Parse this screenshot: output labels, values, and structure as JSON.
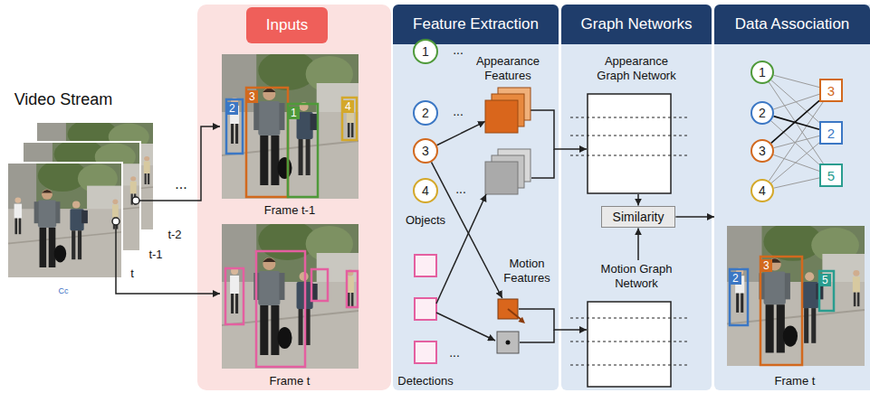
{
  "diagram": {
    "nodes": [
      {
        "text": [
          "Inputs"
        ]
      },
      {
        "text": [
          "Feature Extraction"
        ]
      },
      {
        "text": [
          "1"
        ],
        "in": 1
      },
      {
        "text": [
          "2"
        ],
        "in": 1
      },
      {
        "text": [
          "3"
        ],
        "in": 1
      },
      {
        "text": [
          "4"
        ],
        "in": 1
      },
      {
        "text": [
          "Appearance Features"
        ],
        "in": 1
      },
      {
        "text": [
          "Motion Features"
        ],
        "in": 1
      },
      {
        "text": [
          "Graph Networks"
        ]
      },
      {
        "text": [
          "Appearance Graph Network"
        ],
        "in": 8
      },
      {
        "text": [
          "Similarity"
        ],
        "in": 8
      },
      {
        "text": [
          "Motion Graph Network"
        ],
        "in": 8
      },
      {
        "text": [
          "Data Association"
        ]
      },
      {
        "text": [
          "1"
        ],
        "in": 12
      },
      {
        "text": [
          "2"
        ],
        "in": 12
      },
      {
        "text": [
          "3"
        ],
        "in": 12
      },
      {
        "text": [
          "4"
        ],
        "in": 12
      },
      {
        "text": [
          "3"
        ],
        "in": 12
      },
      {
        "text": [
          "2"
        ],
        "in": 12
      },
      {
        "text": [
          "5"
        ],
        "in": 12
      }
    ],
    "edges": [
      {
        "from": 4,
        "to": 6,
        "arrow": "to"
      },
      {
        "from": 4,
        "to": 7,
        "arrow": "to"
      },
      {
        "from": 6,
        "to": 9,
        "arrow": "to"
      },
      {
        "from": 7,
        "to": 11,
        "arrow": "to"
      },
      {
        "from": 9,
        "to": 10,
        "arrow": "to"
      },
      {
        "from": 11,
        "to": 10,
        "arrow": "to"
      },
      {
        "from": 10,
        "to": 12,
        "arrow": "to"
      },
      {
        "from": 13,
        "to": 17,
        "arrow": "none"
      },
      {
        "from": 13,
        "to": 18,
        "arrow": "none"
      },
      {
        "from": 13,
        "to": 19,
        "arrow": "none"
      },
      {
        "from": 14,
        "to": 17,
        "arrow": "none"
      },
      {
        "from": 14,
        "to": 18,
        "arrow": "none"
      },
      {
        "from": 14,
        "to": 19,
        "arrow": "none"
      },
      {
        "from": 15,
        "to": 17,
        "arrow": "none"
      },
      {
        "from": 15,
        "to": 18,
        "arrow": "none"
      },
      {
        "from": 15,
        "to": 19,
        "arrow": "none"
      },
      {
        "from": 16,
        "to": 17,
        "arrow": "none"
      },
      {
        "from": 16,
        "to": 18,
        "arrow": "none"
      },
      {
        "from": 16,
        "to": 19,
        "arrow": "none"
      }
    ],
    "labels": [
      "Video Stream",
      "t-2",
      "t-1",
      "t",
      "Cc",
      "...",
      "2",
      "3",
      "1",
      "4",
      "Frame t-1",
      "Frame t",
      "...",
      "...",
      "...",
      "Objects",
      "...",
      "Detections",
      "2",
      "3",
      "5",
      "Frame t"
    ]
  }
}
